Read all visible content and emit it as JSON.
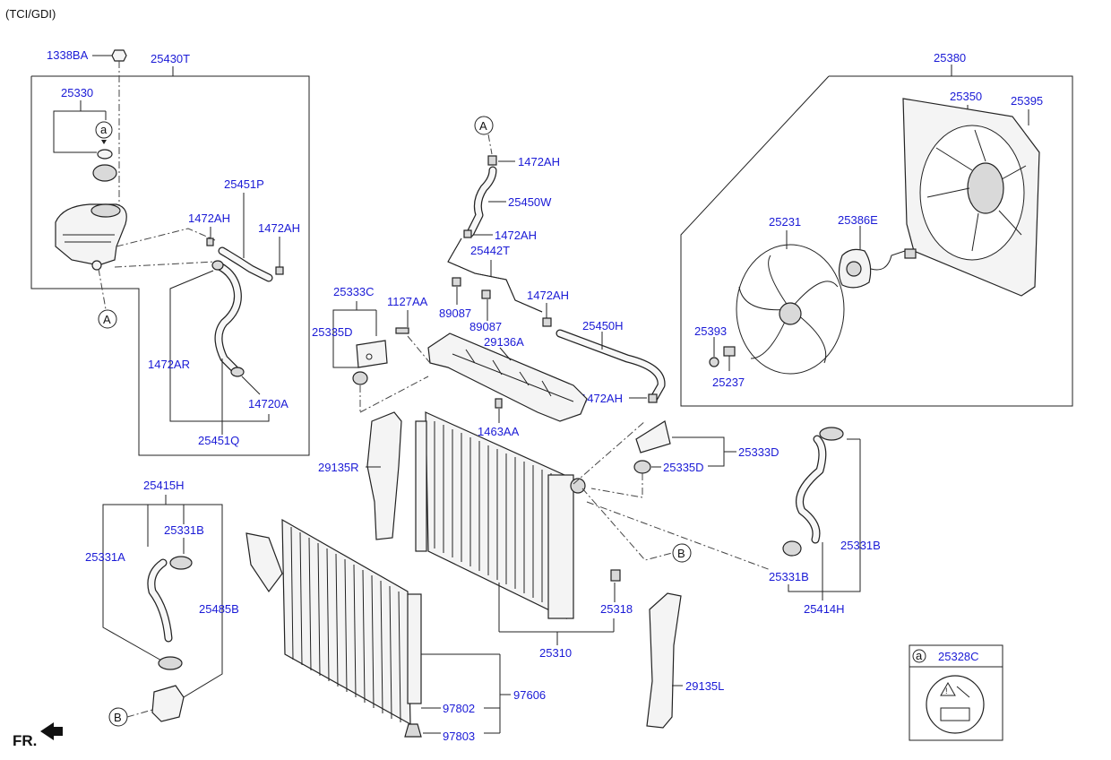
{
  "variant": "(TCI/GDI)",
  "front_indicator": "FR.",
  "callouts": {
    "A": "A",
    "B": "B",
    "a": "a"
  },
  "labels": {
    "p1338BA": "1338BA",
    "p25430T": "25430T",
    "p25330": "25330",
    "p25451P": "25451P",
    "p1472AH_a": "1472AH",
    "p1472AH_b": "1472AH",
    "p1472AR": "1472AR",
    "p14720A": "14720A",
    "p25451Q": "25451Q",
    "p1472AH_c": "1472AH",
    "p25450W": "25450W",
    "p1472AH_d": "1472AH",
    "p25442T": "25442T",
    "p1472AH_e": "1472AH",
    "p89087_a": "89087",
    "p89087_b": "89087",
    "p25450H": "25450H",
    "p1472AH_f": "1472AH",
    "p25333C": "25333C",
    "p1127AA": "1127AA",
    "p25335D_a": "25335D",
    "p29136A": "29136A",
    "p1463AA": "1463AA",
    "p29135R": "29135R",
    "p25333D": "25333D",
    "p25335D_b": "25335D",
    "p25380": "25380",
    "p25350": "25350",
    "p25395": "25395",
    "p25231": "25231",
    "p25386E": "25386E",
    "p25393": "25393",
    "p25237": "25237",
    "p25415H": "25415H",
    "p25331B_a": "25331B",
    "p25331A": "25331A",
    "p25485B": "25485B",
    "p25331B_b": "25331B",
    "p25331B_c": "25331B",
    "p25414H": "25414H",
    "p25318": "25318",
    "p25310": "25310",
    "p29135L": "29135L",
    "p97802": "97802",
    "p97606": "97606",
    "p97803": "97803",
    "p25328C": "25328C"
  }
}
